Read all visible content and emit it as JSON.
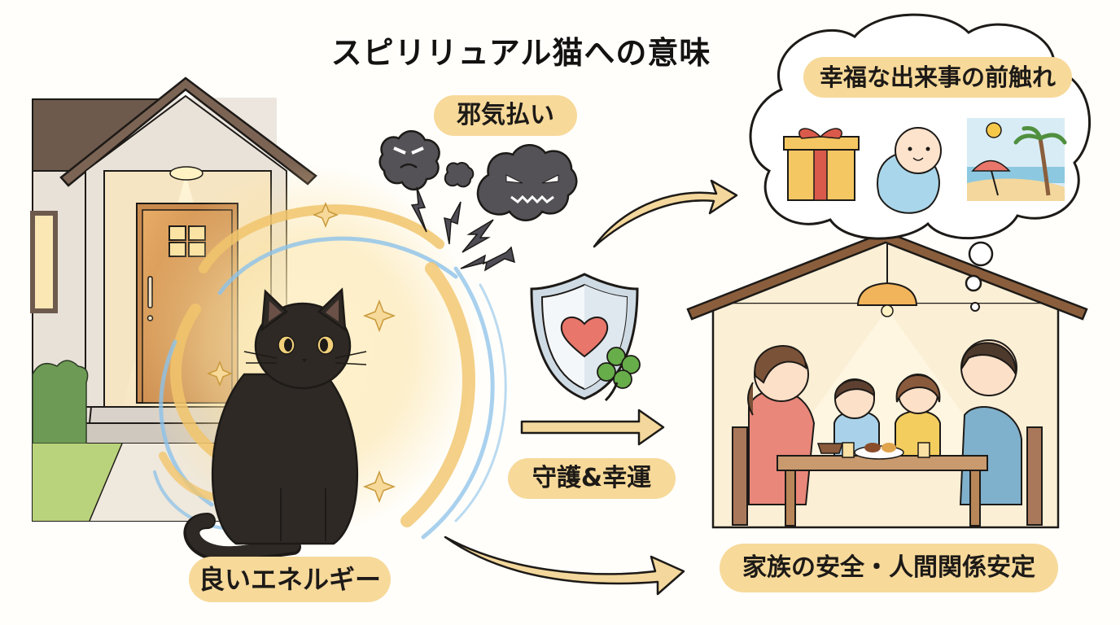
{
  "title": "スピリリュアル猫への意味",
  "labels": {
    "evil_ward": "邪気払い",
    "protection_luck": "守護&幸運",
    "good_energy": "良いエネルギー",
    "family_safety": "家族の安全・人間関係安定",
    "happy_omen": "幸福な出来事の前触れ"
  },
  "illustrations": {
    "house": "house-with-lit-porch",
    "cat": "black-cat-with-energy-swirl",
    "clouds": "angry-dark-clouds-with-lightning",
    "shield": "shield-with-heart-and-clover",
    "thought_bubble": [
      "gift-box",
      "baby",
      "beach-scene"
    ],
    "family": "family-dinner-in-house"
  },
  "colors": {
    "background": "#fffefb",
    "pill": "#f7d99a",
    "arrow": "#f3d79c",
    "outline": "#1d1a17",
    "house_wall": "#e6e0d8",
    "roof": "#6f5a4c",
    "door": "#c98a4d",
    "cat": "#2e2924",
    "cloud": "#545257",
    "shield": "#cfdbe4",
    "heart": "#e8766b",
    "clover": "#67ad4a",
    "family_interior": "#fbefd6",
    "energy_gold": "#f1c46c",
    "energy_blue": "#8cc2ea"
  }
}
